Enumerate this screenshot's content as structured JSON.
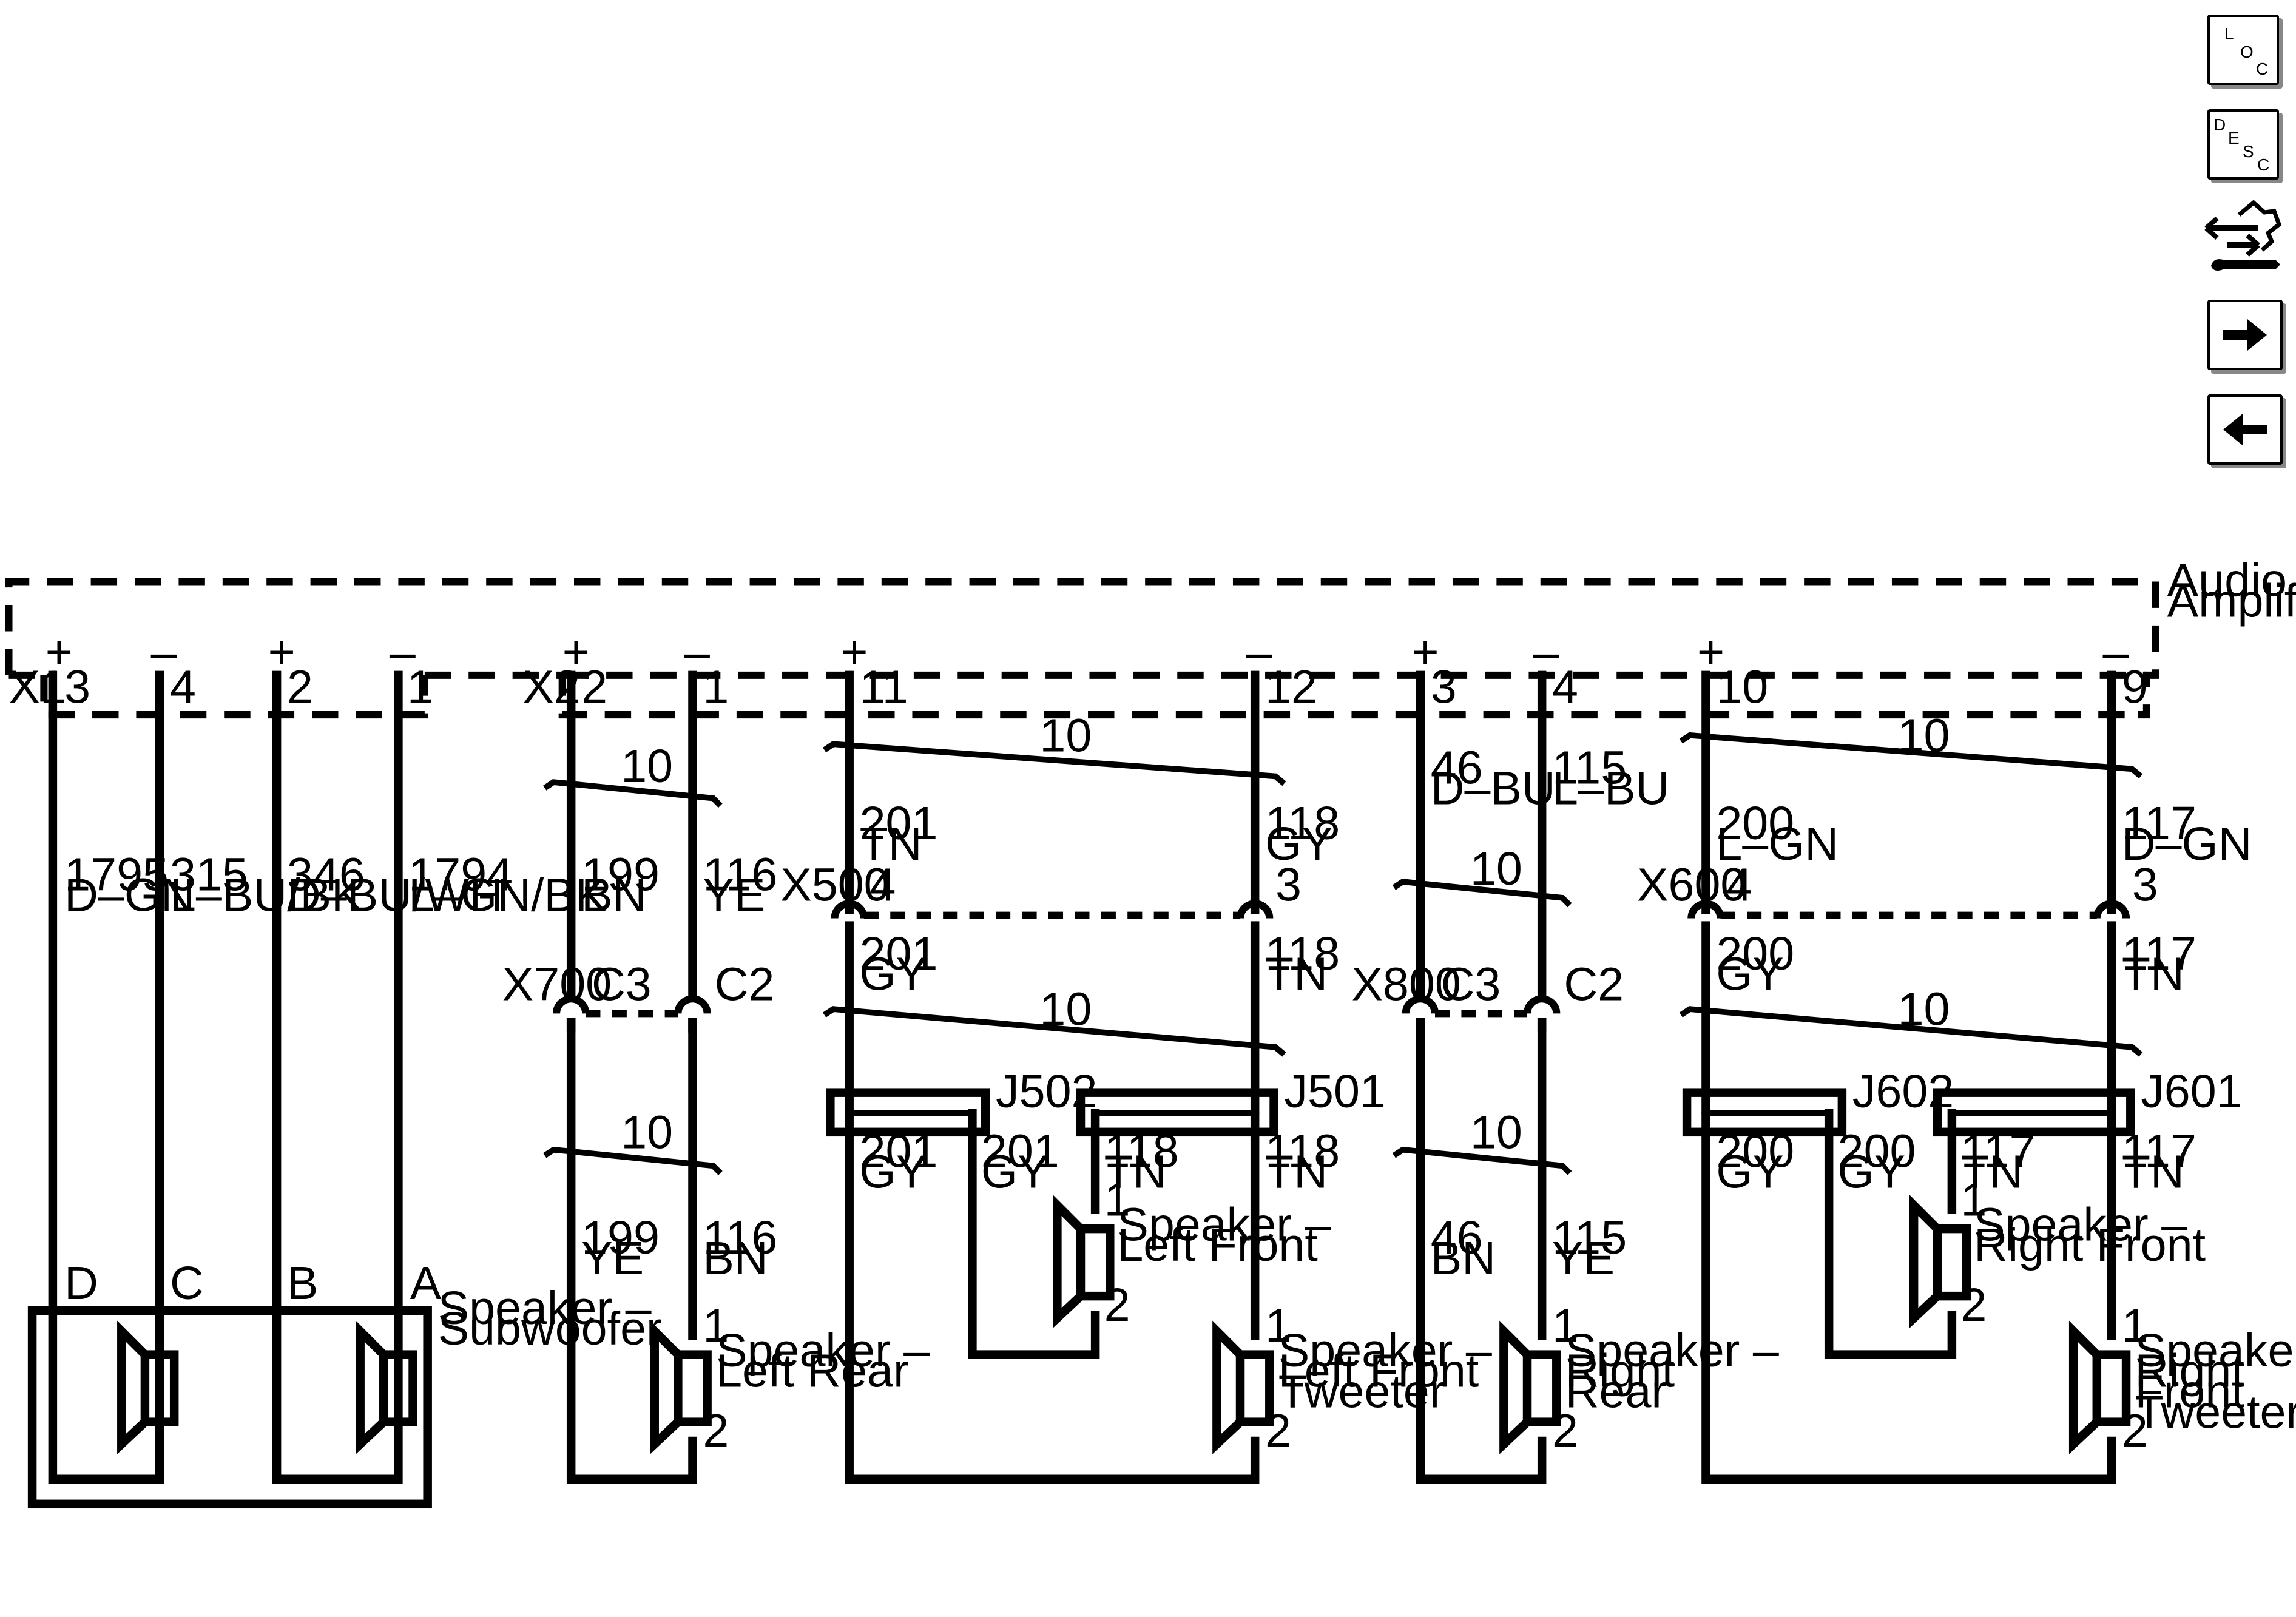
{
  "amplifier": {
    "line1": "Audio",
    "line2": "Amplifier"
  },
  "connectors": {
    "x1": "X1",
    "x2": "X2",
    "x500": "X500",
    "x600": "X600",
    "x700": "X700",
    "x800": "X800",
    "j501": "J501",
    "j502": "J502",
    "j601": "J601",
    "j602": "J602"
  },
  "pins": {
    "x1_a": "3",
    "x1_b": "4",
    "x1_c": "2",
    "x1_d": "1",
    "x2_a": "2",
    "x2_b": "1",
    "lf_a": "11",
    "lf_b": "12",
    "rr_a": "3",
    "rr_b": "4",
    "rf_a": "10",
    "rf_b": "9",
    "x500_a": "4",
    "x500_b": "3",
    "x600_a": "4",
    "x600_b": "3",
    "x700_a": "C3",
    "x700_b": "C2",
    "x800_a": "C3",
    "x800_b": "C2"
  },
  "polarity": {
    "plus": "+",
    "minus": "–"
  },
  "twist_label": "10",
  "wires": {
    "w1795": {
      "num": "1795",
      "color": "D–GN"
    },
    "w315": {
      "num": "315",
      "color": "L–BU/BK"
    },
    "w346": {
      "num": "346",
      "color": "D–BU/WH"
    },
    "w1794": {
      "num": "1794",
      "color": "L–GN/BK"
    },
    "w199bn": {
      "num": "199",
      "color": "BN"
    },
    "w116ye": {
      "num": "116",
      "color": "YE"
    },
    "w199ye": {
      "num": "199",
      "color": "YE"
    },
    "w116bn": {
      "num": "116",
      "color": "BN"
    },
    "w201tn": {
      "num": "201",
      "color": "TN"
    },
    "w118gy": {
      "num": "118",
      "color": "GY"
    },
    "w201gy": {
      "num": "201",
      "color": "GY"
    },
    "w118tn": {
      "num": "118",
      "color": "TN"
    },
    "w46dbu": {
      "num": "46",
      "color": "D–BU"
    },
    "w115lbu": {
      "num": "115",
      "color": "L–BU"
    },
    "w46bn": {
      "num": "46",
      "color": "BN"
    },
    "w115ye": {
      "num": "115",
      "color": "YE"
    },
    "w200lgn": {
      "num": "200",
      "color": "L–GN"
    },
    "w117dgn": {
      "num": "117",
      "color": "D–GN"
    },
    "w200gy": {
      "num": "200",
      "color": "GY"
    },
    "w117tn": {
      "num": "117",
      "color": "TN"
    }
  },
  "sub_terminals": {
    "d": "D",
    "c": "C",
    "b": "B",
    "a": "A"
  },
  "speaker_pins": {
    "p1": "1",
    "p2": "2"
  },
  "speakers": {
    "subwoofer": [
      "Speaker –",
      "Subwoofer"
    ],
    "left_rear": [
      "Speaker –",
      "Left Rear"
    ],
    "left_front": [
      "Speaker –",
      "Left Front"
    ],
    "left_front_tweeter": [
      "Speaker –",
      "Left Front",
      "Tweeter"
    ],
    "right_rear": [
      "Speaker –",
      "Right",
      "Rear"
    ],
    "right_front": [
      "Speaker –",
      "Right Front"
    ],
    "right_front_tweeter": [
      "Speaker –",
      "Right",
      "Front",
      "Tweeter"
    ]
  },
  "nav": {
    "loc": [
      "L",
      "O",
      "C"
    ],
    "desc": [
      "D",
      "E",
      "S",
      "C"
    ],
    "icons": [
      "loc-icon",
      "desc-icon",
      "connector-wrench-icon",
      "arrow-right-icon",
      "arrow-left-icon"
    ]
  }
}
